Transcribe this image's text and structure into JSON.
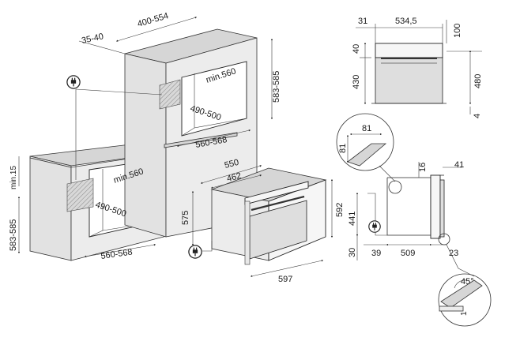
{
  "isometric_left": {
    "depth": "583-585",
    "min_height": "min.15",
    "niche_width": "560-568",
    "niche_depth": "490-500",
    "min_depth": "min.560"
  },
  "isometric_column": {
    "width": "400-554",
    "offset": "35-40",
    "niche_height": "583-585",
    "niche_width": "560-568",
    "niche_depth": "490-500",
    "min_depth": "min.560"
  },
  "oven_3d": {
    "depth_total": "550",
    "depth_body": "462",
    "height_body": "575",
    "height_total": "592",
    "width": "597"
  },
  "front_view": {
    "left_offset": "31",
    "width": "534,5",
    "top_gap": "100",
    "panel": "40",
    "body": "430",
    "total": "480",
    "bottom_gap": "4"
  },
  "detail_corner": {
    "a": "81",
    "b": "81"
  },
  "side_view": {
    "top": "16",
    "right": "41",
    "height": "441",
    "base": "30",
    "left": "39",
    "depth": "509",
    "door": "23"
  },
  "detail_angle": {
    "angle": "45°",
    "gap": "1"
  },
  "icons": [
    "plug-icon",
    "plug-icon",
    "plug-icon"
  ]
}
